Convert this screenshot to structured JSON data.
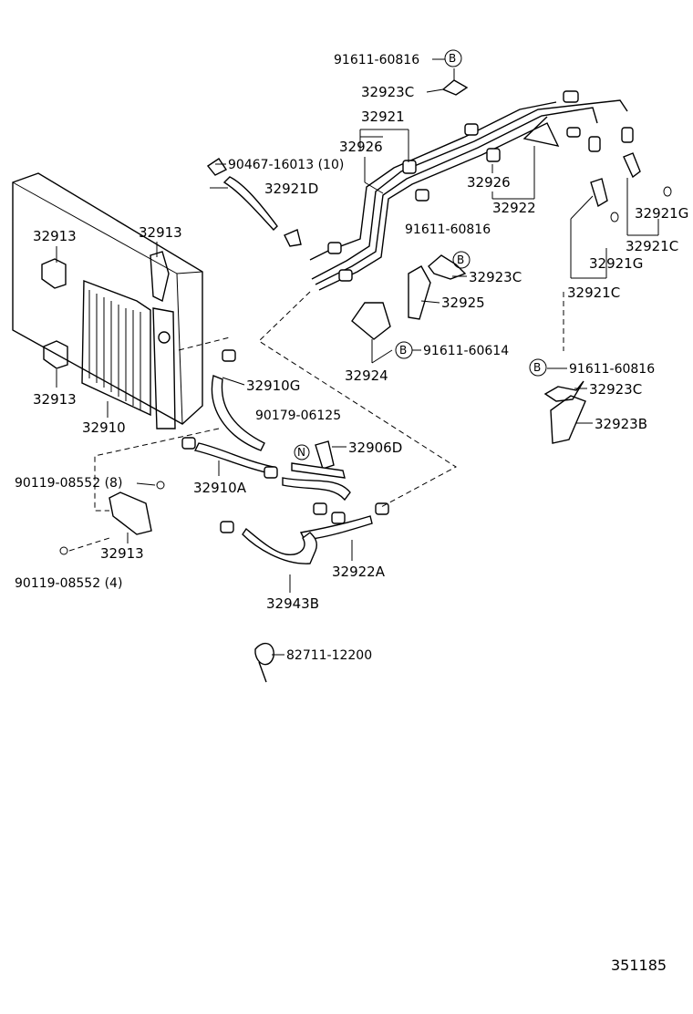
{
  "diagram": {
    "reference_number": "351185",
    "labels": {
      "bolt_b_top": "91611-60816",
      "bracket_top": "32923C",
      "pipe_main": "32921",
      "clamp_top": "32926",
      "clip_hose": "90467-16013 (10)",
      "hose_d": "32921D",
      "clamp_mid": "32926",
      "pipe_sub": "32922",
      "bolt_b_mid": "91611-60816",
      "bracket_mid": "32923C",
      "bracket_25": "32925",
      "bracket_24": "32924",
      "bolt_b_24": "91611-60614",
      "tube_g_right": "32921G",
      "tube_c_right": "32921C",
      "tube_g_mid": "32921G",
      "tube_c_mid": "32921C",
      "bolt_b_right": "91611-60816",
      "bracket_right_c": "32923C",
      "bracket_right_b": "32923B",
      "mount_tl": "32913",
      "mount_tr": "32913",
      "mount_bl": "32913",
      "cooler": "32910",
      "hose_g": "32910G",
      "nut_n": "90179-06125",
      "hose_06d": "32906D",
      "hose_a": "32910A",
      "bolt_8": "90119-08552 (8)",
      "mount_lower": "32913",
      "bolt_4": "90119-08552 (4)",
      "hose_22a": "32922A",
      "hose_43b": "32943B",
      "clamp_band": "82711-12200"
    },
    "markers": {
      "b": "B",
      "n": "N"
    }
  }
}
